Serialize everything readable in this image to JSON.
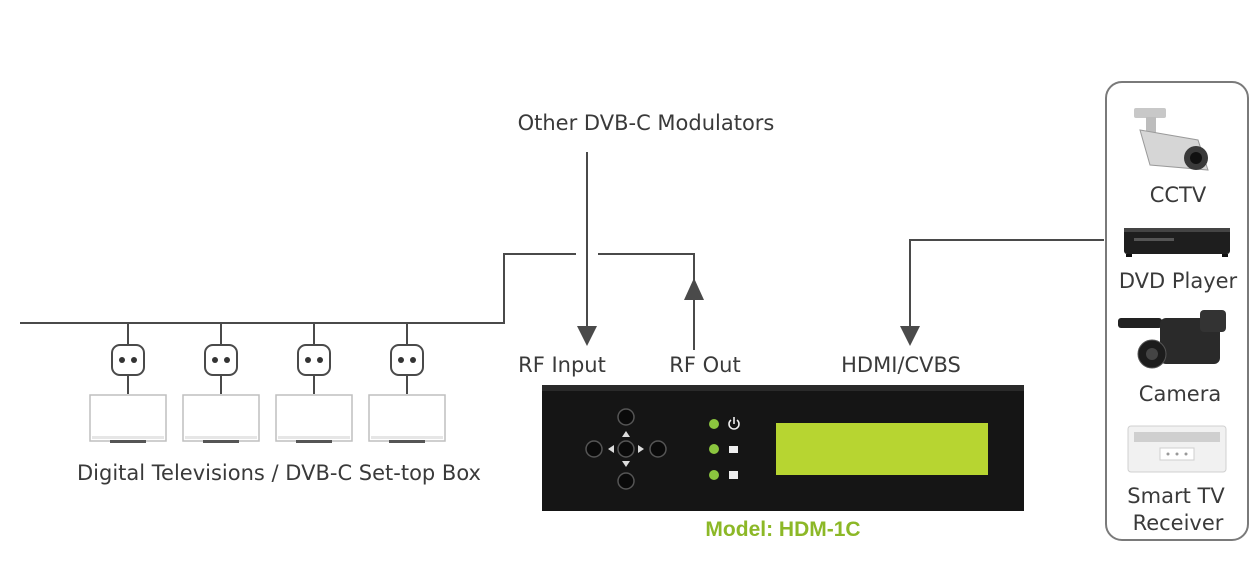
{
  "labels": {
    "other_modulators": "Other DVB-C Modulators",
    "rf_input": "RF Input",
    "rf_out": "RF Out",
    "hdmi_cvbs": "HDMI/CVBS",
    "televisions": "Digital Televisions / DVB-C Set-top Box",
    "model": "Model: HDM-1C"
  },
  "sources": [
    {
      "label": "CCTV",
      "icon": "cctv-camera-icon"
    },
    {
      "label": "DVD Player",
      "icon": "dvd-player-icon"
    },
    {
      "label": "Camera",
      "icon": "video-camera-icon"
    },
    {
      "label": "Smart TV",
      "label2": "Receiver",
      "icon": "smart-tv-receiver-icon"
    }
  ],
  "colors": {
    "line": "#4a4a4a",
    "lcd": "#b7d531",
    "led": "#8bc53f",
    "model_text": "#8cb827",
    "device_body": "#151515"
  }
}
